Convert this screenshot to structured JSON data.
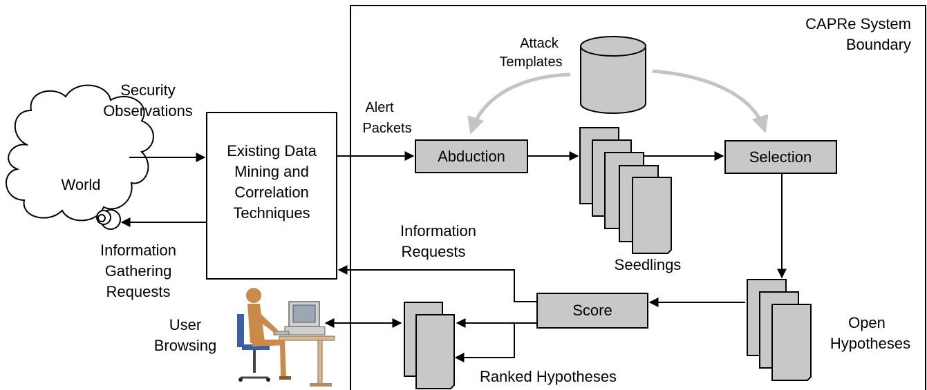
{
  "system_boundary": {
    "line1": "CAPRe System",
    "line2": "Boundary"
  },
  "world": {
    "label": "World"
  },
  "security_observations": {
    "line1": "Security",
    "line2": "Observations"
  },
  "info_gathering": {
    "line1": "Information",
    "line2": "Gathering",
    "line3": "Requests"
  },
  "existing_box": {
    "line1": "Existing Data",
    "line2": "Mining and",
    "line3": "Correlation",
    "line4": "Techniques"
  },
  "alert_packets": {
    "line1": "Alert",
    "line2": "Packets"
  },
  "attack_templates": {
    "line1": "Attack",
    "line2": "Templates"
  },
  "abduction": {
    "label": "Abduction"
  },
  "selection": {
    "label": "Selection"
  },
  "score": {
    "label": "Score"
  },
  "seedlings": {
    "label": "Seedlings"
  },
  "information_requests": {
    "line1": "Information",
    "line2": "Requests"
  },
  "open_hypotheses": {
    "line1": "Open",
    "line2": "Hypotheses"
  },
  "ranked_hypotheses": {
    "label": "Ranked Hypotheses"
  },
  "user_browsing": {
    "line1": "User",
    "line2": "Browsing"
  },
  "colors": {
    "process_fill": "#c8c8c8",
    "template_arc": "#c4c4c4",
    "stroke": "#000000"
  }
}
